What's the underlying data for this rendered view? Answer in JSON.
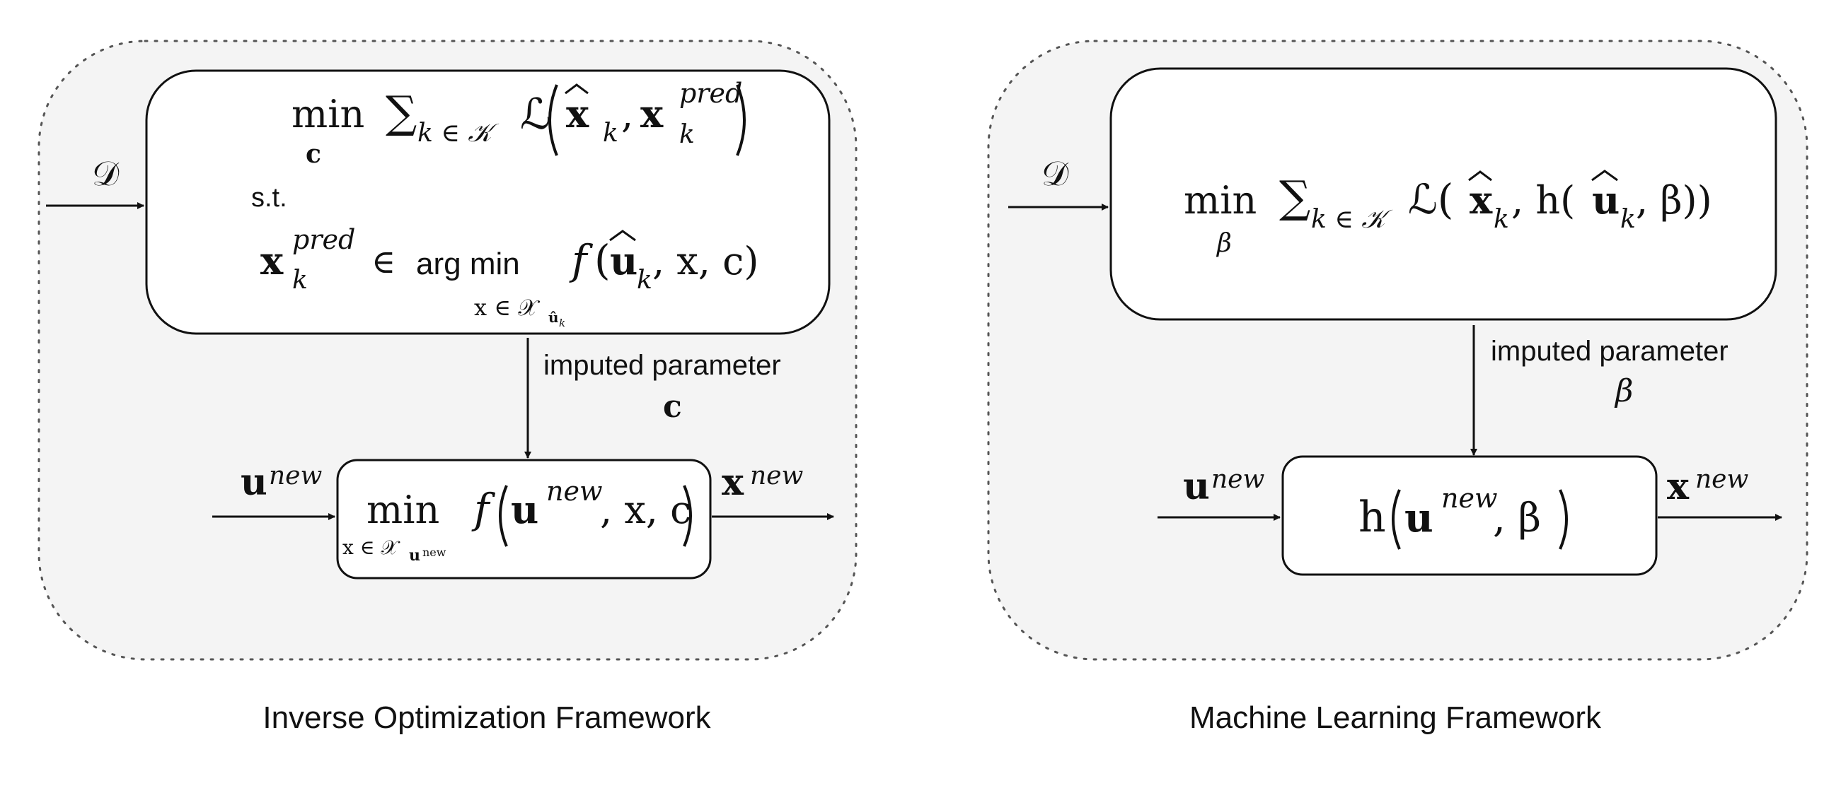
{
  "panels": {
    "io": {
      "caption": "Inverse Optimization Framework",
      "input_symbol": "𝒟",
      "edge_label": "imputed parameter",
      "edge_param": "c",
      "new_input": {
        "base": "u",
        "sup": "new"
      },
      "new_output": {
        "base": "x",
        "sup": "new"
      },
      "top_formula": {
        "min": "min",
        "min_under": "c",
        "sum": "∑",
        "sum_sub": "k ∈ 𝒦",
        "loss": "ℒ",
        "xhat": "x",
        "k": "k",
        "comma": ",",
        "xpred": "x",
        "pred": "pred",
        "st": "s.t.",
        "in": "∈",
        "argmin": "arg min",
        "argmin_under": "x ∈ 𝒳",
        "argmin_under_sub": "û",
        "argmin_under_subsub": "k",
        "f": "f",
        "uhat": "u",
        "args_rest": ", x, c)"
      },
      "bottom_formula": {
        "min": "min",
        "min_under": "x ∈ 𝒳",
        "min_under_sub": "u",
        "min_under_subsup": "new",
        "f": "f",
        "u": "u",
        "u_sup": "new",
        "rest": ", x, c"
      }
    },
    "ml": {
      "caption": "Machine Learning Framework",
      "input_symbol": "𝒟",
      "edge_label": "imputed parameter",
      "edge_param": "β",
      "new_input": {
        "base": "u",
        "sup": "new"
      },
      "new_output": {
        "base": "x",
        "sup": "new"
      },
      "top_formula": {
        "min": "min",
        "min_under": "β",
        "sum": "∑",
        "sum_sub": "k ∈ 𝒦",
        "loss": "ℒ(",
        "xhat": "x",
        "k": "k",
        "comma_h": ", h(",
        "uhat": "u",
        "beta_rest": ", β))"
      },
      "bottom_formula": {
        "h": "h",
        "u": "u",
        "u_sup": "new",
        "rest": ", β"
      }
    }
  },
  "colors": {
    "panel_fill": "#f4f4f4",
    "panel_border": "#555555",
    "box_fill": "#ffffff",
    "stroke": "#111111"
  }
}
